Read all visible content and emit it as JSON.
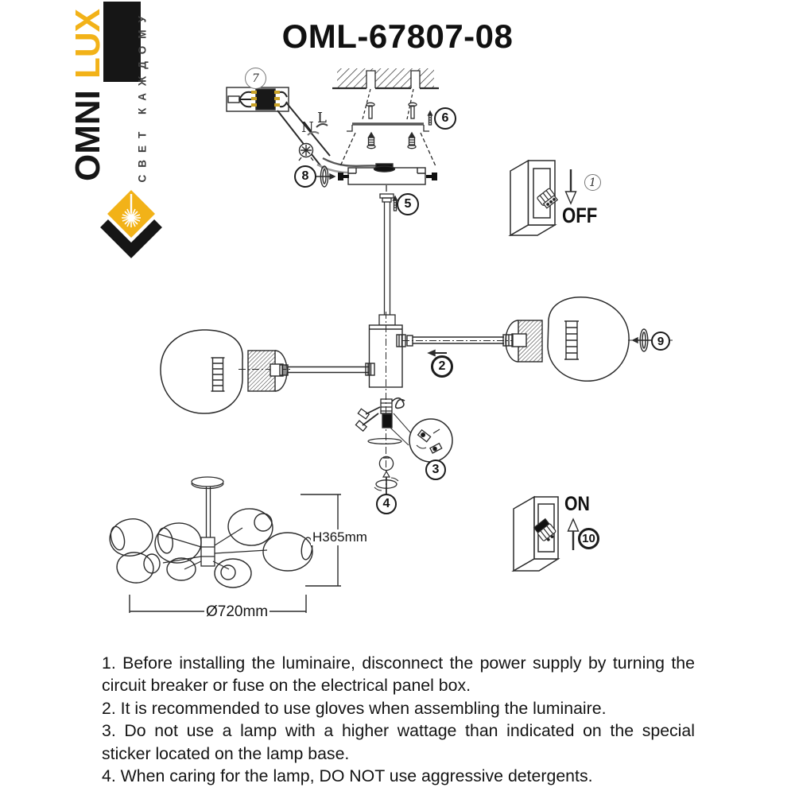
{
  "brand": {
    "line1": "OMNI",
    "line2": "LUX",
    "tagline": "СВЕТ КАЖДОМУ",
    "accent_color": "#F2B218"
  },
  "header": {
    "title": "OML-67807-08"
  },
  "diagram": {
    "labels": {
      "off": "OFF",
      "on": "ON",
      "live": "L",
      "neutral": "N"
    },
    "dimensions": {
      "height": "H365mm",
      "diameter": "Ø720mm"
    },
    "callouts": {
      "c1": "1",
      "c2": "2",
      "c3": "3",
      "c4": "4",
      "c5": "5",
      "c6": "6",
      "c7": "7",
      "c8": "8",
      "c9": "9",
      "c10": "10"
    }
  },
  "instructions": {
    "items": [
      "1. Before installing the luminaire, disconnect the power supply by turning the circuit breaker or fuse on the electrical panel box.",
      "2. It is recommended to use gloves when assembling the luminaire.",
      "3. Do not use a lamp with a higher wattage than indicated on the special sticker located on the lamp base.",
      "4. When caring for the lamp, DO NOT use aggressive detergents."
    ]
  }
}
